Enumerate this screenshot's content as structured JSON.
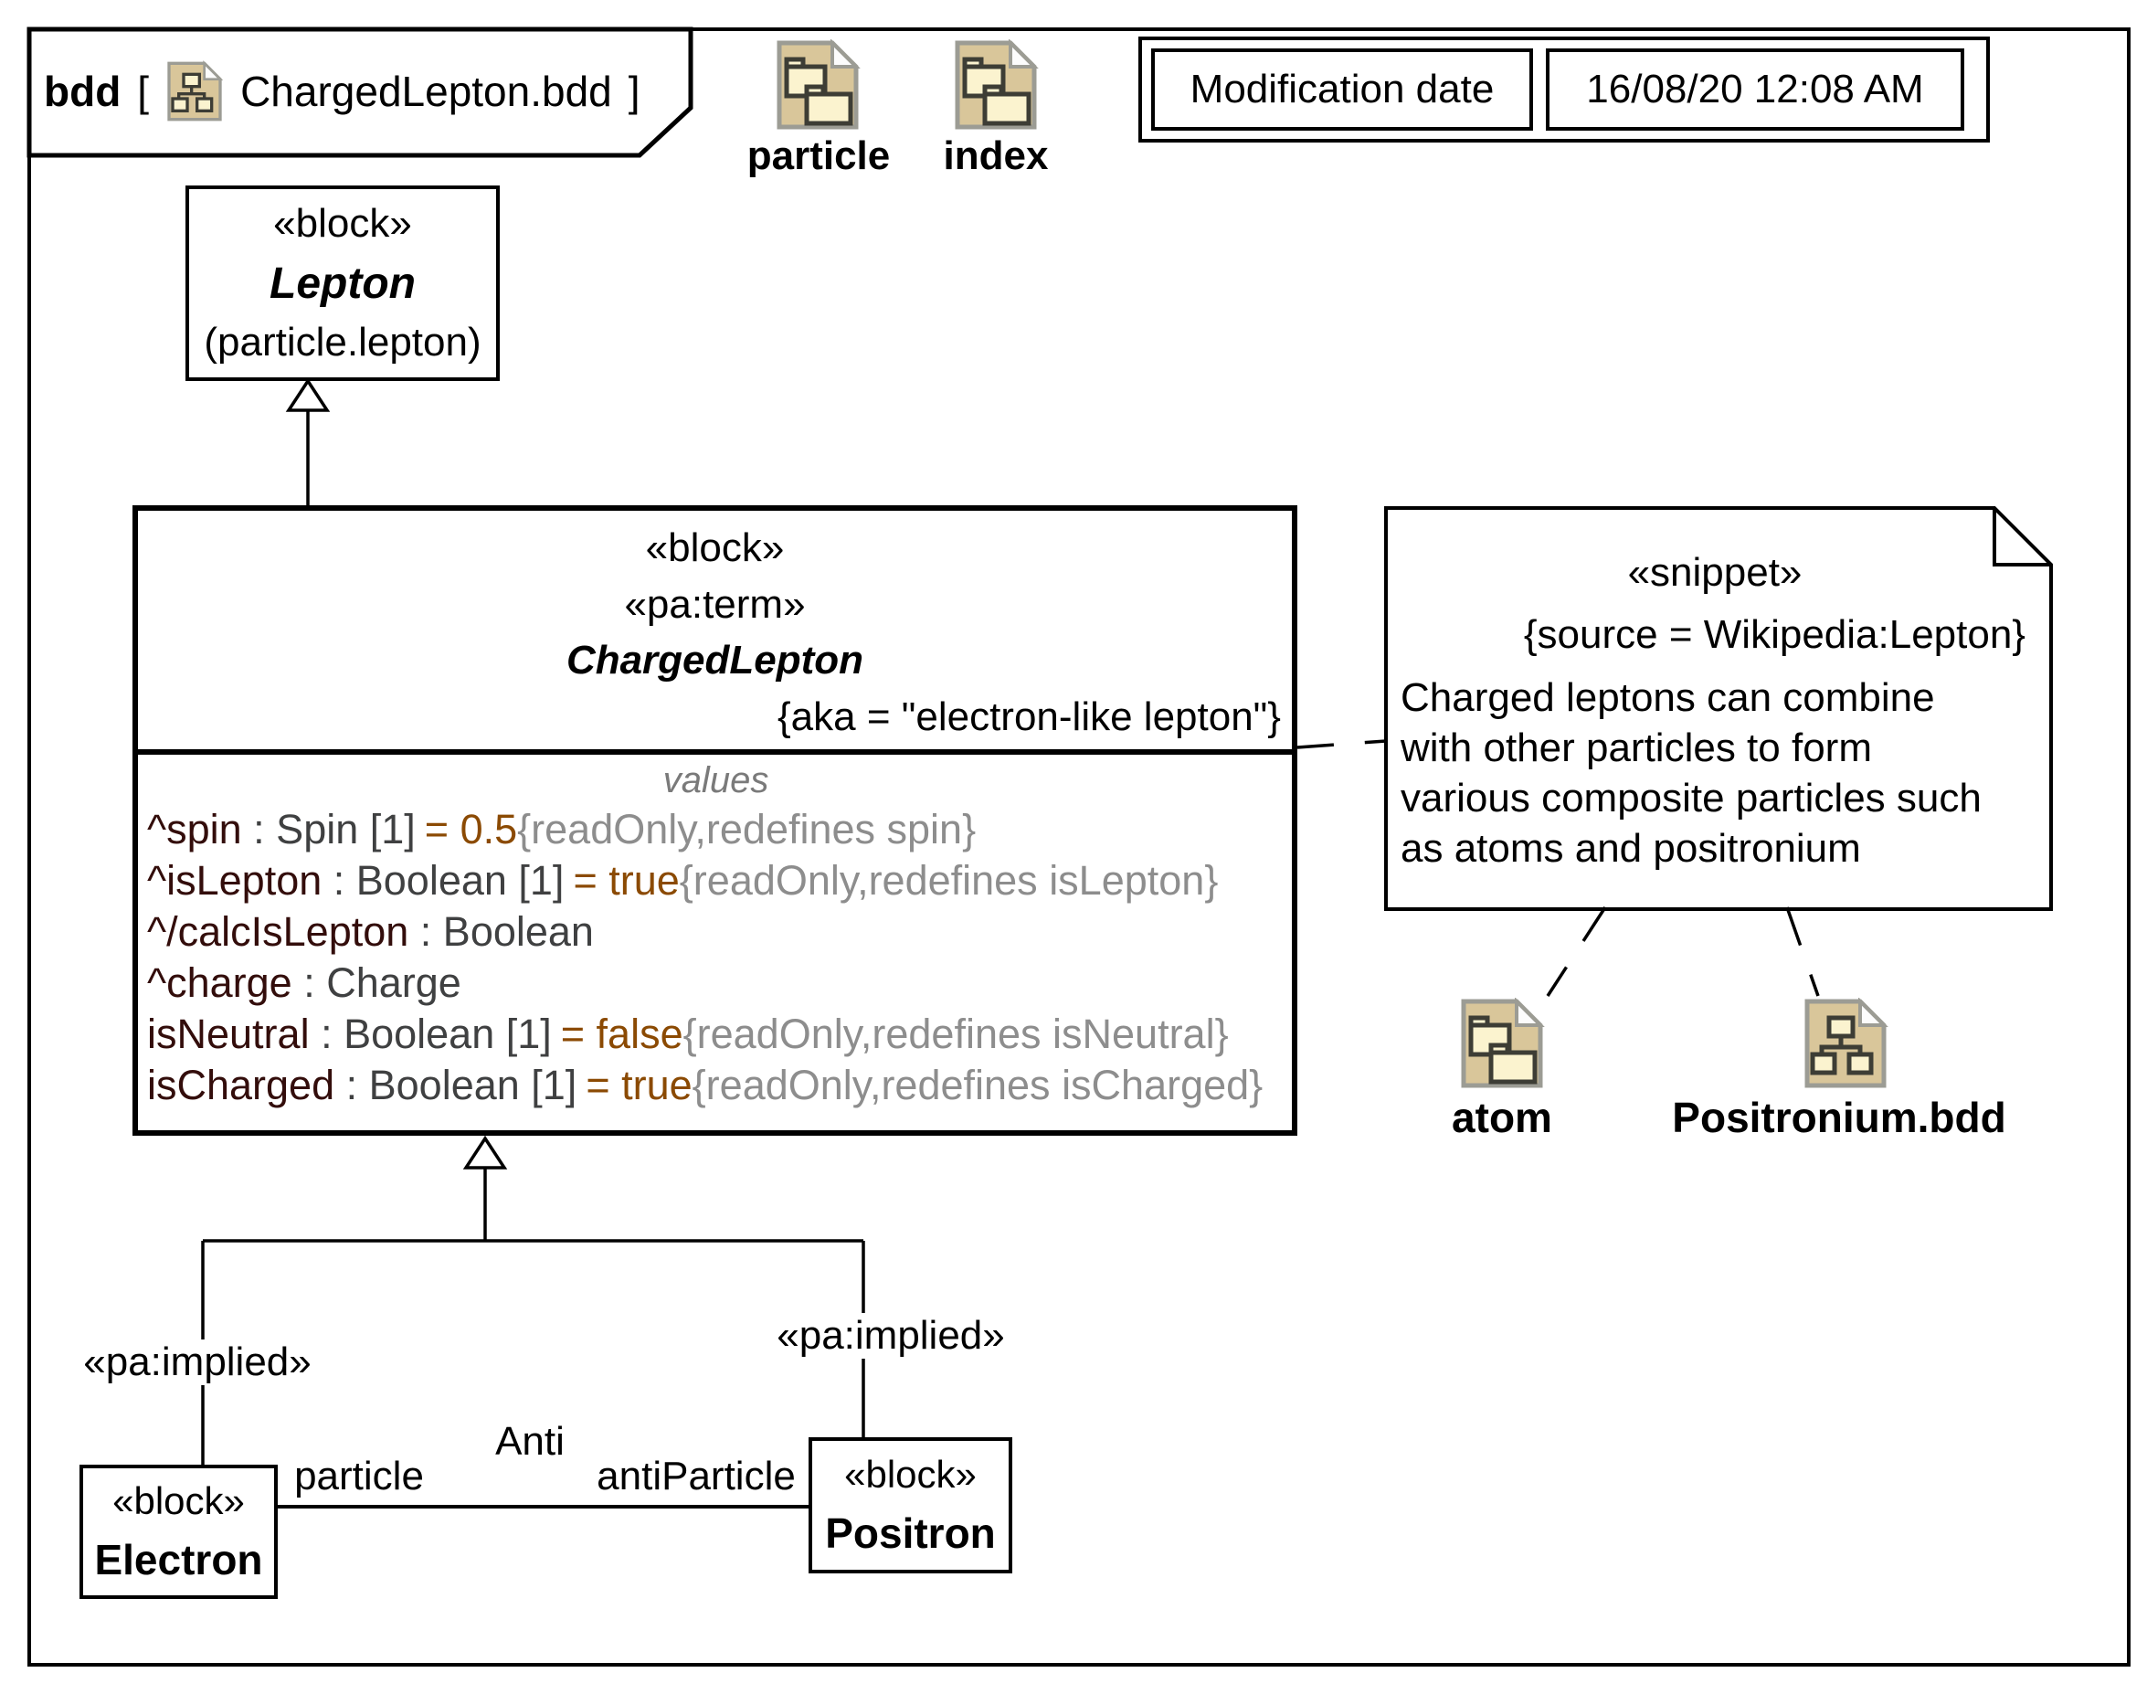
{
  "tab": {
    "keyword": "bdd",
    "open_bracket": "[",
    "diagram_name": "ChargedLepton.bdd",
    "close_bracket": "]"
  },
  "top_packages": [
    {
      "label": "particle"
    },
    {
      "label": "index"
    }
  ],
  "modification": {
    "label": "Modification date",
    "value": "16/08/20 12:08 AM"
  },
  "lepton_block": {
    "stereotype": "«block»",
    "name": "Lepton",
    "qualifier": "(particle.lepton)"
  },
  "charged_lepton_block": {
    "stereotype1": "«block»",
    "stereotype2": "«pa:term»",
    "name": "ChargedLepton",
    "aka": "{aka = \"electron-like lepton\"}",
    "compartment_label": "values",
    "rows": [
      {
        "name": "^spin",
        "type": " : Spin [1]",
        "value": "= 0.5",
        "constraint": "{readOnly,redefines spin}"
      },
      {
        "name": "^isLepton",
        "type": " : Boolean [1]",
        "value": "= true",
        "constraint": "{readOnly,redefines isLepton}"
      },
      {
        "name": "^/calcIsLepton",
        "type": " : Boolean",
        "value": "",
        "constraint": ""
      },
      {
        "name": "^charge",
        "type": " : Charge",
        "value": "",
        "constraint": ""
      },
      {
        "name": "isNeutral",
        "type": " : Boolean [1]",
        "value": "= false",
        "constraint": "{readOnly,redefines isNeutral}"
      },
      {
        "name": "isCharged",
        "type": " : Boolean [1]",
        "value": "= true",
        "constraint": "{readOnly,redefines isCharged}"
      }
    ]
  },
  "note": {
    "stereotype": "«snippet»",
    "source": "{source = Wikipedia:Lepton}",
    "body_lines": [
      "Charged leptons can combine",
      "with other particles to form",
      "various composite particles such",
      "as atoms and positronium"
    ]
  },
  "references": [
    {
      "label": "atom"
    },
    {
      "label": "Positronium.bdd"
    }
  ],
  "association": {
    "left_stereotype": "«pa:implied»",
    "right_stereotype": "«pa:implied»",
    "name": "Anti",
    "left_role": "particle",
    "right_role": "antiParticle"
  },
  "electron_block": {
    "stereotype": "«block»",
    "name": "Electron"
  },
  "positron_block": {
    "stereotype": "«block»",
    "name": "Positron"
  },
  "colors": {
    "icon_fill": "#d9c69a",
    "icon_inner_fill": "#fbf3cf",
    "property_name": "#330d0b",
    "property_type": "#3f4041",
    "property_value": "#8b4a03",
    "property_constraint": "#8d8d8d"
  }
}
